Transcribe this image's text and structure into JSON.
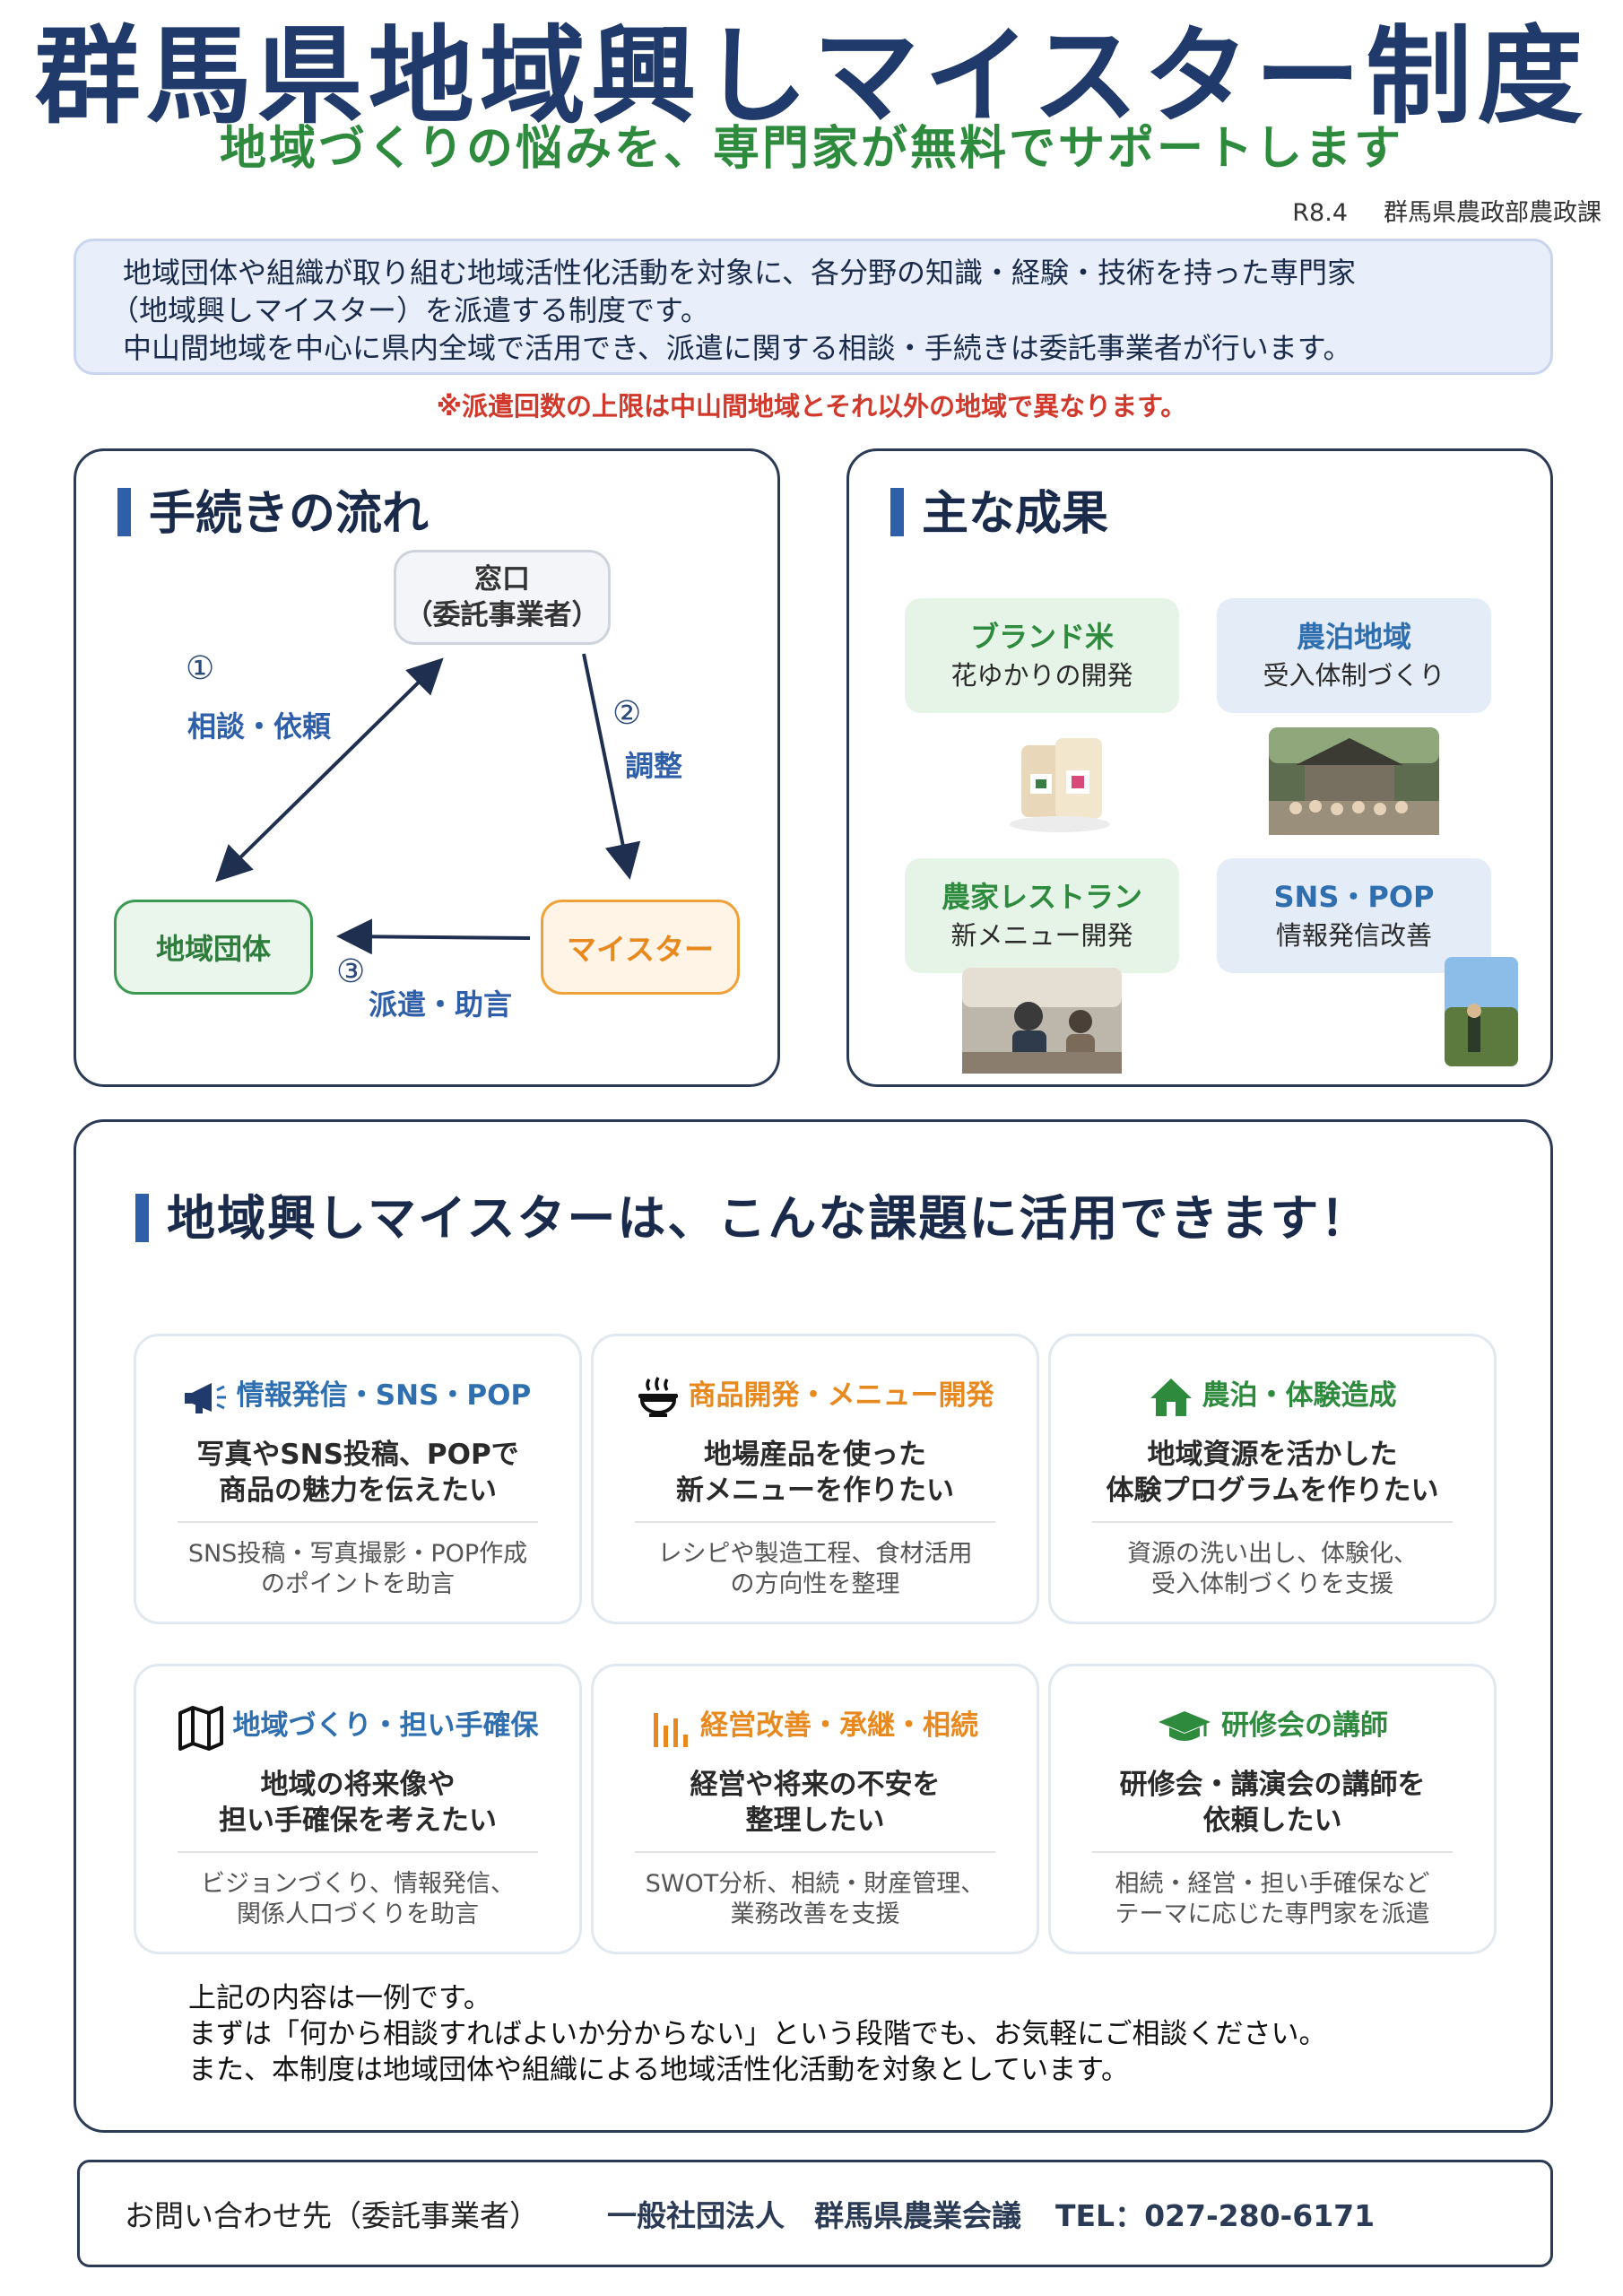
{
  "header": {
    "title": "群馬県地域興しマイスター制度",
    "subtitle": "地域づくりの悩みを、専門家が無料でサポートします",
    "date": "R8.4",
    "department": "群馬県農政部農政課"
  },
  "intro": {
    "lines": [
      "地域団体や組織が取り組む地域活性化活動を対象に、各分野の知識・経験・技術を持った専門家",
      "（地域興しマイスター）を派遣する制度です。",
      "中山間地域を中心に県内全域で活用でき、派遣に関する相談・手続きは委託事業者が行います。"
    ],
    "note": "※派遣回数の上限は中山間地域とそれ以外の地域で異なります。"
  },
  "flow": {
    "title": "手続きの流れ",
    "window_label": "窓口",
    "window_sub": "（委託事業者）",
    "group_label": "地域団体",
    "meister_label": "マイスター",
    "step1_num": "①",
    "step1_label": "相談・依頼",
    "step2_num": "②",
    "step2_label": "調整",
    "step3_num": "③",
    "step3_label": "派遣・助言"
  },
  "achievements": {
    "title": "主な成果",
    "items": [
      {
        "title": "ブランド米",
        "sub": "花ゆかりの開発"
      },
      {
        "title": "農泊地域",
        "sub": "受入体制づくり"
      },
      {
        "title": "農家レストラン",
        "sub": "新メニュー開発"
      },
      {
        "title": "SNS・POP",
        "sub": "情報発信改善"
      }
    ]
  },
  "uses": {
    "title": "地域興しマイスターは、こんな課題に活用できます！",
    "cards": [
      {
        "category": "情報発信・SNS・POP",
        "icon": "megaphone-icon",
        "color": "#2f6fb0",
        "main": [
          "写真やSNS投稿、POPで",
          "商品の魅力を伝えたい"
        ],
        "sub": [
          "SNS投稿・写真撮影・POP作成",
          "のポイントを助言"
        ]
      },
      {
        "category": "商品開発・メニュー開発",
        "icon": "dish-icon",
        "color": "#e8891f",
        "main": [
          "地場産品を使った",
          "新メニューを作りたい"
        ],
        "sub": [
          "レシピや製造工程、食材活用",
          "の方向性を整理"
        ]
      },
      {
        "category": "農泊・体験造成",
        "icon": "house-icon",
        "color": "#2e8b3e",
        "main": [
          "地域資源を活かした",
          "体験プログラムを作りたい"
        ],
        "sub": [
          "資源の洗い出し、体験化、",
          "受入体制づくりを支援"
        ]
      },
      {
        "category": "地域づくり・担い手確保",
        "icon": "map-icon",
        "color": "#2f6fb0",
        "main": [
          "地域の将来像や",
          "担い手確保を考えたい"
        ],
        "sub": [
          "ビジョンづくり、情報発信、",
          "関係人口づくりを助言"
        ]
      },
      {
        "category": "経営改善・承継・相続",
        "icon": "bar-chart-icon",
        "color": "#e8891f",
        "main": [
          "経営や将来の不安を",
          "整理したい"
        ],
        "sub": [
          "SWOT分析、相続・財産管理、",
          "業務改善を支援"
        ]
      },
      {
        "category": "研修会の講師",
        "icon": "graduation-cap-icon",
        "color": "#2e8b3e",
        "main": [
          "研修会・講演会の講師を",
          "依頼したい"
        ],
        "sub": [
          "相続・経営・担い手確保など",
          "テーマに応じた専門家を派遣"
        ]
      }
    ],
    "closing": [
      "上記の内容は一例です。",
      "まずは「何から相談すればよいか分からない」という段階でも、お気軽にご相談ください。",
      "また、本制度は地域団体や組織による地域活性化活動を対象としています。"
    ]
  },
  "contact": {
    "label": "お問い合わせ先（委託事業者）",
    "org": "一般社団法人　群馬県農業会議",
    "tel": "TEL：027-280-6171"
  }
}
